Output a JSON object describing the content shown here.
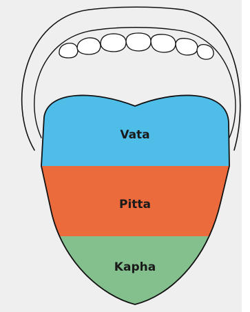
{
  "diagram": {
    "zones": [
      {
        "id": "vata",
        "label": "Vata",
        "color": "#4ebde8"
      },
      {
        "id": "pitta",
        "label": "Pitta",
        "color": "#ec6b3d"
      },
      {
        "id": "kapha",
        "label": "Kapha",
        "color": "#84bf8e"
      }
    ],
    "outline_color": "#111111",
    "background_color": "#efefef"
  }
}
